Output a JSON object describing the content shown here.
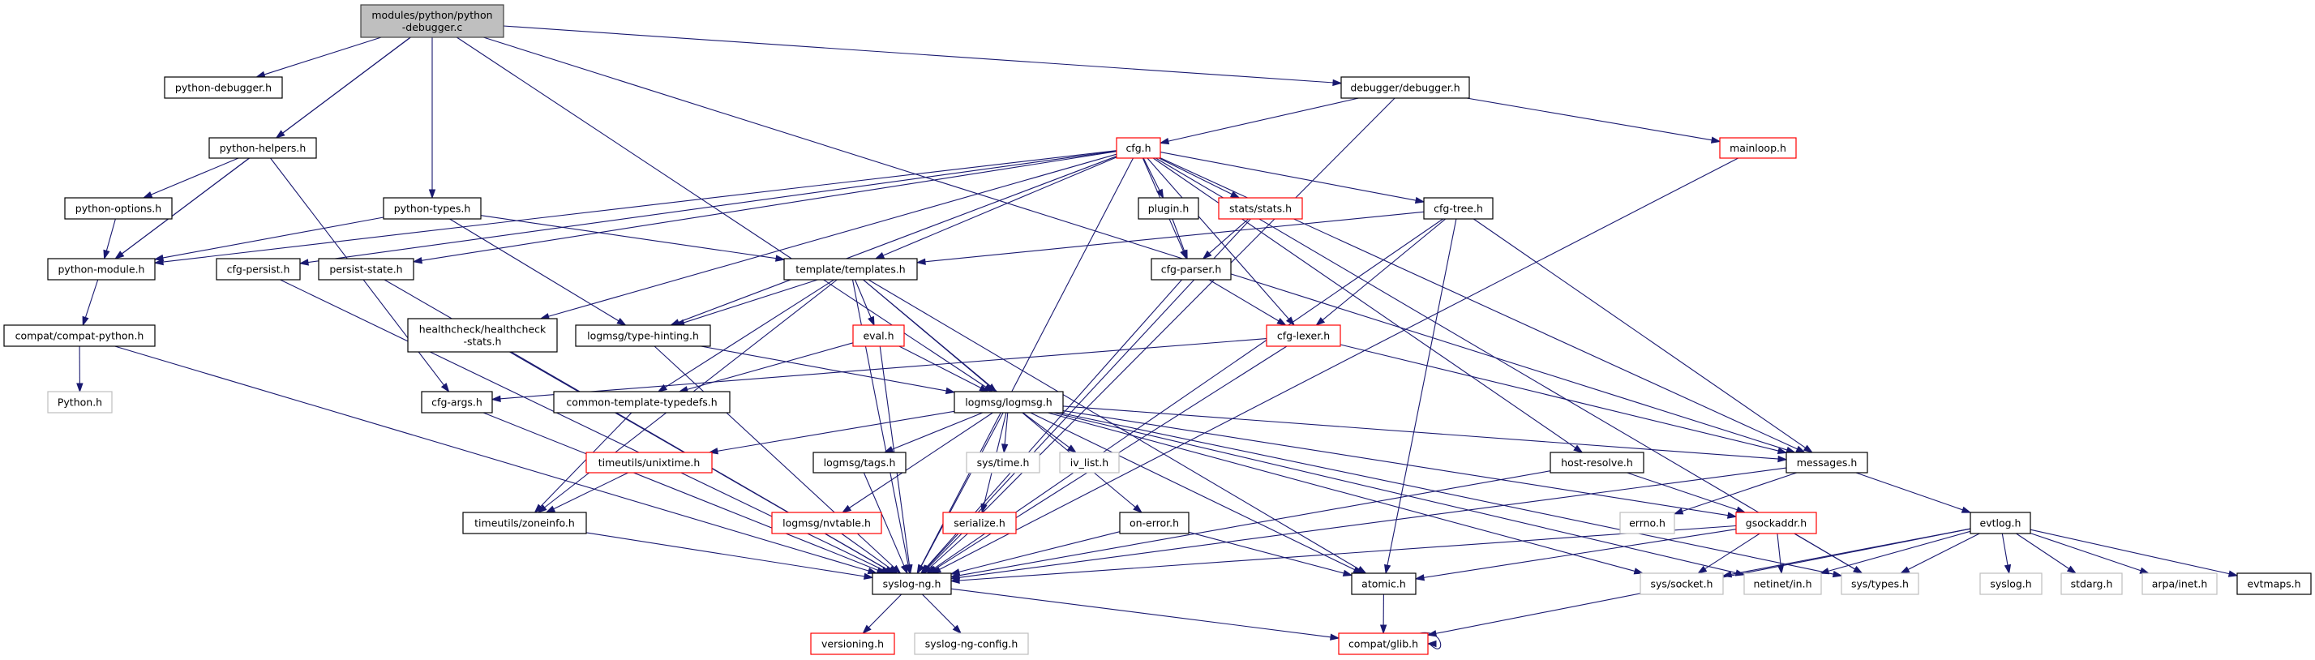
{
  "diagram": {
    "type": "include-dependency-graph",
    "colors": {
      "edge": "#191970",
      "root_fill": "#bfbfbf",
      "root_border": "#404040",
      "normal_border": "#000000",
      "truncated_border": "#ff0000",
      "external_border": "#bfbfbf"
    },
    "nodes": [
      {
        "id": "root",
        "kind": "root",
        "lines": [
          "modules/python/python",
          "-debugger.c"
        ]
      },
      {
        "id": "python-debugger",
        "kind": "normal",
        "lines": [
          "python-debugger.h"
        ]
      },
      {
        "id": "python-helpers",
        "kind": "normal",
        "lines": [
          "python-helpers.h"
        ]
      },
      {
        "id": "python-options",
        "kind": "normal",
        "lines": [
          "python-options.h"
        ]
      },
      {
        "id": "python-types",
        "kind": "normal",
        "lines": [
          "python-types.h"
        ]
      },
      {
        "id": "python-module",
        "kind": "normal",
        "lines": [
          "python-module.h"
        ]
      },
      {
        "id": "cfg-persist",
        "kind": "normal",
        "lines": [
          "cfg-persist.h"
        ]
      },
      {
        "id": "persist-state",
        "kind": "normal",
        "lines": [
          "persist-state.h"
        ]
      },
      {
        "id": "compat-python",
        "kind": "normal",
        "lines": [
          "compat/compat-python.h"
        ]
      },
      {
        "id": "healthcheck",
        "kind": "normal",
        "lines": [
          "healthcheck/healthcheck",
          "-stats.h"
        ]
      },
      {
        "id": "type-hinting",
        "kind": "normal",
        "lines": [
          "logmsg/type-hinting.h"
        ]
      },
      {
        "id": "python-h",
        "kind": "external",
        "lines": [
          "Python.h"
        ]
      },
      {
        "id": "cfg-args",
        "kind": "normal",
        "lines": [
          "cfg-args.h"
        ]
      },
      {
        "id": "common-template-typedefs",
        "kind": "normal",
        "lines": [
          "common-template-typedefs.h"
        ]
      },
      {
        "id": "unixtime",
        "kind": "truncated",
        "lines": [
          "timeutils/unixtime.h"
        ]
      },
      {
        "id": "zoneinfo",
        "kind": "normal",
        "lines": [
          "timeutils/zoneinfo.h"
        ]
      },
      {
        "id": "debugger",
        "kind": "normal",
        "lines": [
          "debugger/debugger.h"
        ]
      },
      {
        "id": "cfg",
        "kind": "truncated",
        "lines": [
          "cfg.h"
        ]
      },
      {
        "id": "plugin",
        "kind": "normal",
        "lines": [
          "plugin.h"
        ]
      },
      {
        "id": "stats",
        "kind": "truncated",
        "lines": [
          "stats/stats.h"
        ]
      },
      {
        "id": "cfg-tree",
        "kind": "normal",
        "lines": [
          "cfg-tree.h"
        ]
      },
      {
        "id": "templates",
        "kind": "normal",
        "lines": [
          "template/templates.h"
        ]
      },
      {
        "id": "cfg-parser",
        "kind": "normal",
        "lines": [
          "cfg-parser.h"
        ]
      },
      {
        "id": "eval",
        "kind": "truncated",
        "lines": [
          "eval.h"
        ]
      },
      {
        "id": "cfg-lexer",
        "kind": "truncated",
        "lines": [
          "cfg-lexer.h"
        ]
      },
      {
        "id": "logmsg",
        "kind": "normal",
        "lines": [
          "logmsg/logmsg.h"
        ]
      },
      {
        "id": "tags",
        "kind": "normal",
        "lines": [
          "logmsg/tags.h"
        ]
      },
      {
        "id": "sys-time",
        "kind": "external",
        "lines": [
          "sys/time.h"
        ]
      },
      {
        "id": "iv-list",
        "kind": "external",
        "lines": [
          "iv_list.h"
        ]
      },
      {
        "id": "host-resolve",
        "kind": "normal",
        "lines": [
          "host-resolve.h"
        ]
      },
      {
        "id": "nvtable",
        "kind": "truncated",
        "lines": [
          "logmsg/nvtable.h"
        ]
      },
      {
        "id": "serialize",
        "kind": "truncated",
        "lines": [
          "serialize.h"
        ]
      },
      {
        "id": "on-error",
        "kind": "normal",
        "lines": [
          "on-error.h"
        ]
      },
      {
        "id": "syslog-ng",
        "kind": "normal",
        "lines": [
          "syslog-ng.h"
        ]
      },
      {
        "id": "atomic",
        "kind": "normal",
        "lines": [
          "atomic.h"
        ]
      },
      {
        "id": "versioning",
        "kind": "truncated",
        "lines": [
          "versioning.h"
        ]
      },
      {
        "id": "syslog-ng-config",
        "kind": "external",
        "lines": [
          "syslog-ng-config.h"
        ]
      },
      {
        "id": "glib",
        "kind": "truncated",
        "lines": [
          "compat/glib.h"
        ]
      },
      {
        "id": "mainloop",
        "kind": "truncated",
        "lines": [
          "mainloop.h"
        ]
      },
      {
        "id": "messages",
        "kind": "normal",
        "lines": [
          "messages.h"
        ]
      },
      {
        "id": "errno",
        "kind": "external",
        "lines": [
          "errno.h"
        ]
      },
      {
        "id": "gsockaddr",
        "kind": "truncated",
        "lines": [
          "gsockaddr.h"
        ]
      },
      {
        "id": "evtlog",
        "kind": "normal",
        "lines": [
          "evtlog.h"
        ]
      },
      {
        "id": "sys-socket",
        "kind": "external",
        "lines": [
          "sys/socket.h"
        ]
      },
      {
        "id": "netinet-in",
        "kind": "external",
        "lines": [
          "netinet/in.h"
        ]
      },
      {
        "id": "sys-types",
        "kind": "external",
        "lines": [
          "sys/types.h"
        ]
      },
      {
        "id": "syslog",
        "kind": "external",
        "lines": [
          "syslog.h"
        ]
      },
      {
        "id": "stdarg",
        "kind": "external",
        "lines": [
          "stdarg.h"
        ]
      },
      {
        "id": "arpa-inet",
        "kind": "external",
        "lines": [
          "arpa/inet.h"
        ]
      },
      {
        "id": "evtmaps",
        "kind": "normal",
        "lines": [
          "evtmaps.h"
        ]
      }
    ],
    "edges": [
      [
        "root",
        "python-debugger"
      ],
      [
        "root",
        "python-helpers"
      ],
      [
        "root",
        "python-module"
      ],
      [
        "root",
        "python-types"
      ],
      [
        "root",
        "logmsg"
      ],
      [
        "root",
        "debugger"
      ],
      [
        "root",
        "messages"
      ],
      [
        "python-helpers",
        "python-options"
      ],
      [
        "python-helpers",
        "python-module"
      ],
      [
        "python-helpers",
        "cfg-args"
      ],
      [
        "python-options",
        "python-module"
      ],
      [
        "python-module",
        "compat-python"
      ],
      [
        "compat-python",
        "python-h"
      ],
      [
        "compat-python",
        "syslog-ng"
      ],
      [
        "python-types",
        "python-module"
      ],
      [
        "python-types",
        "templates"
      ],
      [
        "python-types",
        "type-hinting"
      ],
      [
        "debugger",
        "cfg"
      ],
      [
        "debugger",
        "mainloop"
      ],
      [
        "debugger",
        "syslog-ng"
      ],
      [
        "mainloop",
        "syslog-ng"
      ],
      [
        "cfg",
        "python-module"
      ],
      [
        "cfg",
        "cfg-persist"
      ],
      [
        "cfg",
        "persist-state"
      ],
      [
        "cfg",
        "syslog-ng"
      ],
      [
        "cfg",
        "healthcheck"
      ],
      [
        "cfg",
        "type-hinting"
      ],
      [
        "cfg",
        "templates"
      ],
      [
        "cfg",
        "plugin"
      ],
      [
        "cfg",
        "stats"
      ],
      [
        "cfg",
        "cfg-parser"
      ],
      [
        "cfg",
        "cfg-lexer"
      ],
      [
        "cfg",
        "cfg-tree"
      ],
      [
        "cfg",
        "host-resolve"
      ],
      [
        "cfg",
        "messages"
      ],
      [
        "cfg",
        "sys-types"
      ],
      [
        "cfg-persist",
        "syslog-ng"
      ],
      [
        "persist-state",
        "syslog-ng"
      ],
      [
        "healthcheck",
        "syslog-ng"
      ],
      [
        "type-hinting",
        "syslog-ng"
      ],
      [
        "type-hinting",
        "logmsg"
      ],
      [
        "templates",
        "type-hinting"
      ],
      [
        "templates",
        "common-template-typedefs"
      ],
      [
        "templates",
        "eval"
      ],
      [
        "templates",
        "zoneinfo"
      ],
      [
        "templates",
        "syslog-ng"
      ],
      [
        "templates",
        "on-error"
      ],
      [
        "templates",
        "atomic"
      ],
      [
        "templates",
        "logmsg"
      ],
      [
        "eval",
        "logmsg"
      ],
      [
        "eval",
        "common-template-typedefs"
      ],
      [
        "eval",
        "syslog-ng"
      ],
      [
        "common-template-typedefs",
        "zoneinfo"
      ],
      [
        "plugin",
        "cfg-parser"
      ],
      [
        "stats",
        "cfg-parser"
      ],
      [
        "stats",
        "syslog-ng"
      ],
      [
        "cfg-parser",
        "cfg-lexer"
      ],
      [
        "cfg-parser",
        "syslog-ng"
      ],
      [
        "cfg-tree",
        "templates"
      ],
      [
        "cfg-tree",
        "cfg-lexer"
      ],
      [
        "cfg-tree",
        "messages"
      ],
      [
        "cfg-tree",
        "syslog-ng"
      ],
      [
        "cfg-tree",
        "atomic"
      ],
      [
        "cfg-lexer",
        "cfg-args"
      ],
      [
        "cfg-lexer",
        "messages"
      ],
      [
        "cfg-lexer",
        "syslog-ng"
      ],
      [
        "cfg-args",
        "syslog-ng"
      ],
      [
        "logmsg",
        "unixtime"
      ],
      [
        "logmsg",
        "tags"
      ],
      [
        "logmsg",
        "nvtable"
      ],
      [
        "logmsg",
        "serialize"
      ],
      [
        "logmsg",
        "sys-time"
      ],
      [
        "logmsg",
        "iv-list"
      ],
      [
        "logmsg",
        "syslog-ng"
      ],
      [
        "logmsg",
        "atomic"
      ],
      [
        "logmsg",
        "messages"
      ],
      [
        "logmsg",
        "gsockaddr"
      ],
      [
        "logmsg",
        "sys-socket"
      ],
      [
        "logmsg",
        "netinet-in"
      ],
      [
        "logmsg",
        "sys-types"
      ],
      [
        "unixtime",
        "zoneinfo"
      ],
      [
        "zoneinfo",
        "syslog-ng"
      ],
      [
        "tags",
        "syslog-ng"
      ],
      [
        "nvtable",
        "syslog-ng"
      ],
      [
        "serialize",
        "syslog-ng"
      ],
      [
        "on-error",
        "syslog-ng"
      ],
      [
        "on-error",
        "atomic"
      ],
      [
        "host-resolve",
        "syslog-ng"
      ],
      [
        "host-resolve",
        "gsockaddr"
      ],
      [
        "messages",
        "syslog-ng"
      ],
      [
        "messages",
        "errno"
      ],
      [
        "messages",
        "evtlog"
      ],
      [
        "gsockaddr",
        "syslog-ng"
      ],
      [
        "gsockaddr",
        "atomic"
      ],
      [
        "gsockaddr",
        "sys-socket"
      ],
      [
        "gsockaddr",
        "netinet-in"
      ],
      [
        "gsockaddr",
        "sys-types"
      ],
      [
        "evtlog",
        "sys-socket"
      ],
      [
        "evtlog",
        "netinet-in"
      ],
      [
        "evtlog",
        "sys-types"
      ],
      [
        "evtlog",
        "syslog"
      ],
      [
        "evtlog",
        "stdarg"
      ],
      [
        "evtlog",
        "arpa-inet"
      ],
      [
        "evtlog",
        "evtmaps"
      ],
      [
        "evtlog",
        "glib"
      ],
      [
        "syslog-ng",
        "versioning"
      ],
      [
        "syslog-ng",
        "syslog-ng-config"
      ],
      [
        "syslog-ng",
        "glib"
      ],
      [
        "atomic",
        "glib"
      ],
      [
        "glib",
        "glib"
      ]
    ]
  }
}
